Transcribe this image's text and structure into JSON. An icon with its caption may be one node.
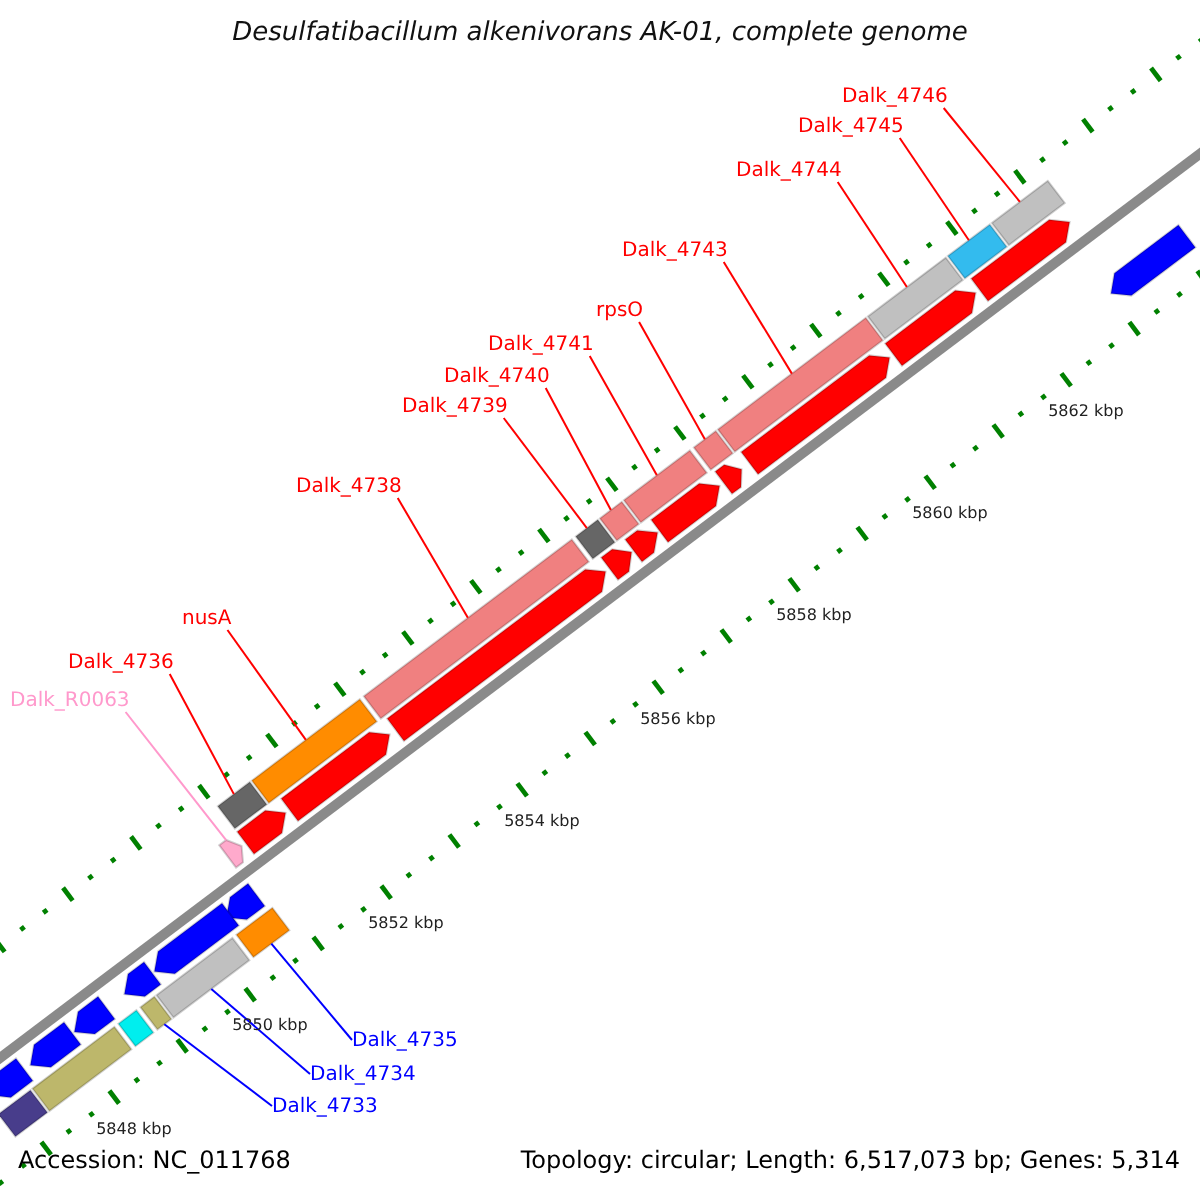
{
  "diagram": {
    "title": "Desulfatibacillum alkenivorans AK-01, complete genome",
    "nodes": [
      {
        "text": [
          "Dalk_4746"
        ]
      },
      {
        "text": [
          "Dalk_4745"
        ]
      },
      {
        "text": [
          "Dalk_4744"
        ]
      },
      {
        "text": [
          "Dalk_4743"
        ]
      },
      {
        "text": [
          "rpsO"
        ]
      },
      {
        "text": [
          "Dalk_4741"
        ]
      },
      {
        "text": [
          "Dalk_4740"
        ]
      },
      {
        "text": [
          "Dalk_4739"
        ]
      },
      {
        "text": [
          "Dalk_4738"
        ]
      },
      {
        "text": [
          "nusA"
        ]
      },
      {
        "text": [
          "Dalk_4736"
        ]
      },
      {
        "text": [
          "Dalk_R0063"
        ]
      },
      {
        "text": [
          "Dalk_4735"
        ]
      },
      {
        "text": [
          "Dalk_4734"
        ]
      },
      {
        "text": [
          "Dalk_4733"
        ]
      },
      {
        "text": [],
        "shape": "bar"
      },
      {
        "text": [],
        "shape": "bar"
      },
      {
        "text": [],
        "shape": "bar"
      },
      {
        "text": [],
        "shape": "bar"
      },
      {
        "text": [],
        "shape": "bar"
      },
      {
        "text": [],
        "shape": "bar"
      },
      {
        "text": [],
        "shape": "bar"
      },
      {
        "text": [],
        "shape": "bar"
      },
      {
        "text": [],
        "shape": "bar"
      },
      {
        "text": [],
        "shape": "bar"
      },
      {
        "text": [],
        "shape": "bar"
      },
      {
        "text": [],
        "shape": "bar"
      },
      {
        "text": [],
        "shape": "bar"
      },
      {
        "text": [],
        "shape": "bar"
      },
      {
        "text": [],
        "shape": "bar"
      },
      {
        "text": [],
        "shape": "bar"
      },
      {
        "text": [],
        "shape": "bar"
      },
      {
        "text": [],
        "shape": "bar"
      },
      {
        "text": [],
        "shape": "bar"
      },
      {
        "text": [],
        "shape": "bar"
      },
      {
        "text": [],
        "shape": "bar"
      },
      {
        "text": [],
        "shape": "bar"
      },
      {
        "text": [],
        "shape": "bar"
      },
      {
        "text": [],
        "shape": "bar"
      },
      {
        "text": [],
        "shape": "bar"
      },
      {
        "text": [],
        "shape": "bar"
      },
      {
        "text": [],
        "shape": "bar"
      },
      {
        "text": [],
        "shape": "bar"
      },
      {
        "text": [],
        "shape": "bar"
      },
      {
        "text": [],
        "shape": "bar"
      },
      {
        "text": [],
        "shape": "bar"
      },
      {
        "text": [],
        "shape": "bar"
      },
      {
        "text": [],
        "shape": "bar"
      },
      {
        "text": [],
        "shape": "bar"
      },
      {
        "text": [],
        "shape": "bar"
      }
    ],
    "edges": [
      {
        "from": 0,
        "to": 15,
        "arrow": "none"
      },
      {
        "from": 1,
        "to": 16,
        "arrow": "none"
      },
      {
        "from": 2,
        "to": 17,
        "arrow": "none"
      },
      {
        "from": 3,
        "to": 18,
        "arrow": "none"
      },
      {
        "from": 4,
        "to": 19,
        "arrow": "none"
      },
      {
        "from": 5,
        "to": 20,
        "arrow": "none"
      },
      {
        "from": 6,
        "to": 21,
        "arrow": "none"
      },
      {
        "from": 7,
        "to": 22,
        "arrow": "none"
      },
      {
        "from": 8,
        "to": 23,
        "arrow": "none"
      },
      {
        "from": 9,
        "to": 24,
        "arrow": "none"
      },
      {
        "from": 10,
        "to": 25,
        "arrow": "none"
      },
      {
        "from": 11,
        "to": 26,
        "arrow": "none",
        "color": "#ff99cc"
      },
      {
        "from": 12,
        "to": 27,
        "arrow": "none",
        "color": "#0000ff"
      },
      {
        "from": 13,
        "to": 28,
        "arrow": "none",
        "color": "#0000ff"
      },
      {
        "from": 14,
        "to": 29,
        "arrow": "none",
        "color": "#0000ff"
      }
    ],
    "labels": [
      "5862 kbp",
      "5860 kbp",
      "5858 kbp",
      "5856 kbp",
      "5854 kbp",
      "5852 kbp",
      "5850 kbp",
      "5848 kbp",
      "Accession: NC_011768",
      "Topology: circular; Length: 6,517,073 bp; Genes: 5,314"
    ]
  }
}
